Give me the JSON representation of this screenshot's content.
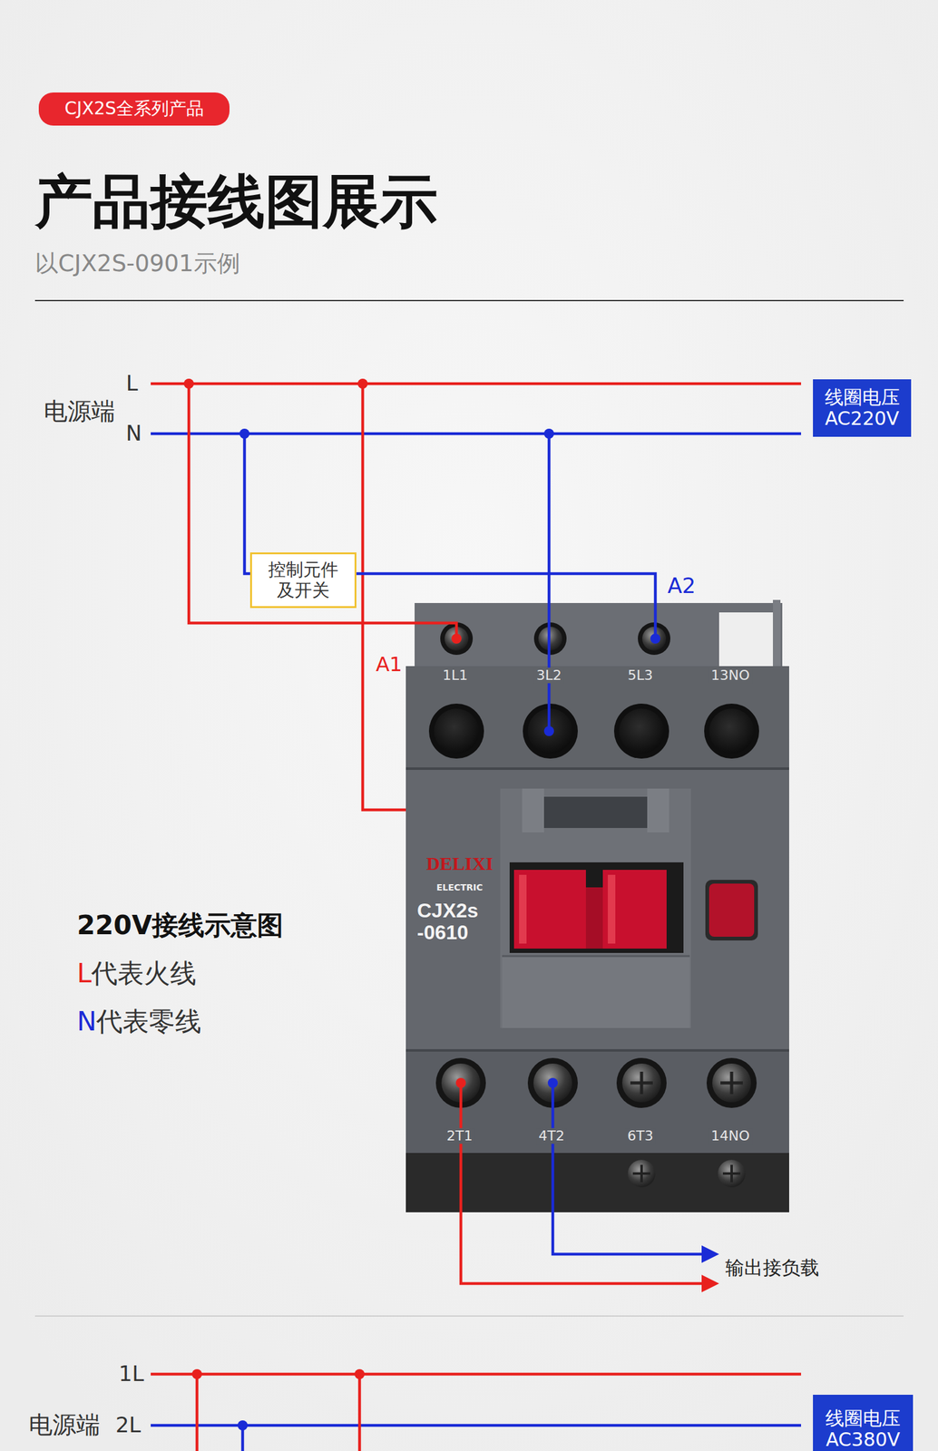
{
  "diagram": {
    "title": "产品接线图展示",
    "nodes": [
      {
        "text": [
          "CJX2S全系列产品"
        ]
      },
      {
        "text": [
          "线圈电压 AC220V"
        ]
      },
      {
        "text": [
          "控制元件 及开关"
        ]
      },
      {
        "text": [
          "线圈电压 AC380V"
        ]
      }
    ],
    "labels": [
      "以CJX2S-0901示例",
      "L",
      "N",
      "电源端",
      "A2",
      "A1",
      "1L1",
      "3L2",
      "5L3",
      "13NO",
      "DELIXI",
      "ELECTRIC",
      "CJX2s -0610",
      "2T1",
      "4T2",
      "6T3",
      "14NO",
      "220V接线示意图",
      "L代表火线",
      "N代表零线",
      "输出接负载",
      "1L",
      "电源端",
      "2L"
    ]
  }
}
